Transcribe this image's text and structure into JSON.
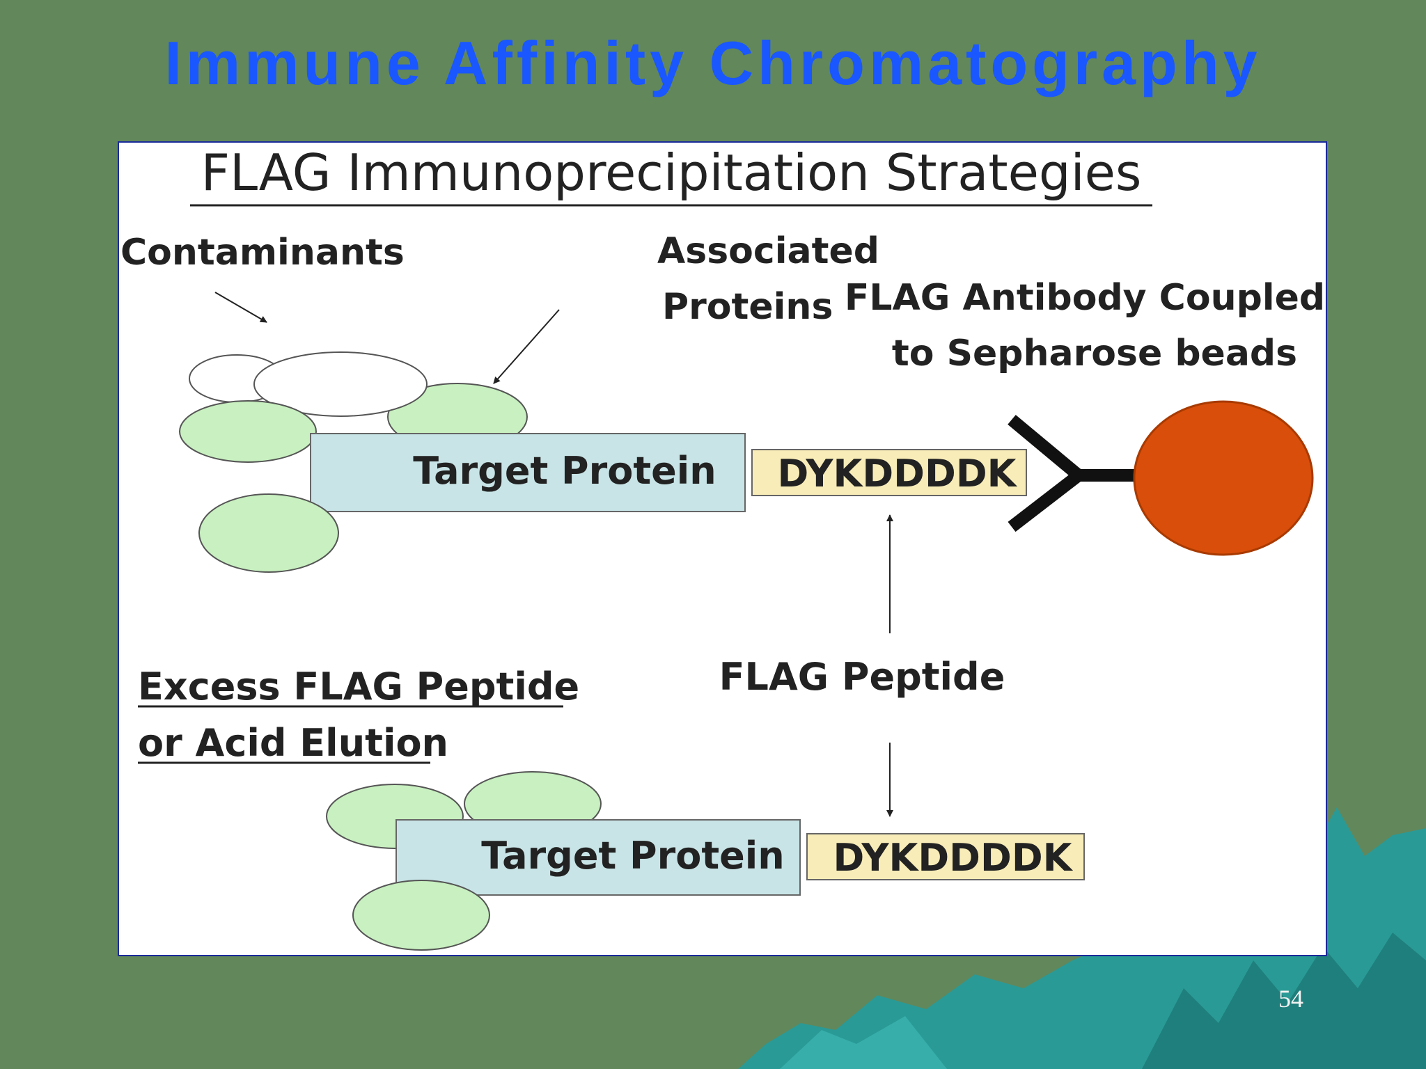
{
  "slide": {
    "title": "Immune Affinity Chromatography",
    "page_number": "54"
  },
  "figure": {
    "heading": "FLAG Immunoprecipitation Strategies",
    "labels": {
      "contaminants": "Contaminants",
      "associated_line1": "Associated",
      "associated_line2": "Proteins",
      "antibody_line1": "FLAG Antibody Coupled",
      "antibody_line2": "to Sepharose beads",
      "flag_peptide": "FLAG Peptide",
      "elution_line1": "Excess FLAG Peptide",
      "elution_line2": "or Acid Elution"
    },
    "top_complex": {
      "target": "Target Protein",
      "tag": "DYKDDDDK"
    },
    "bottom_complex": {
      "target": "Target Protein",
      "tag": "DYKDDDDK"
    }
  },
  "colors": {
    "background": "#62875a",
    "title": "#1a57ff",
    "target_protein": "#c8e4e6",
    "tag": "#f8ecb8",
    "associated_protein": "#c8f0c0",
    "bead": "#d94e0a",
    "mountains": "#2a9a96"
  }
}
